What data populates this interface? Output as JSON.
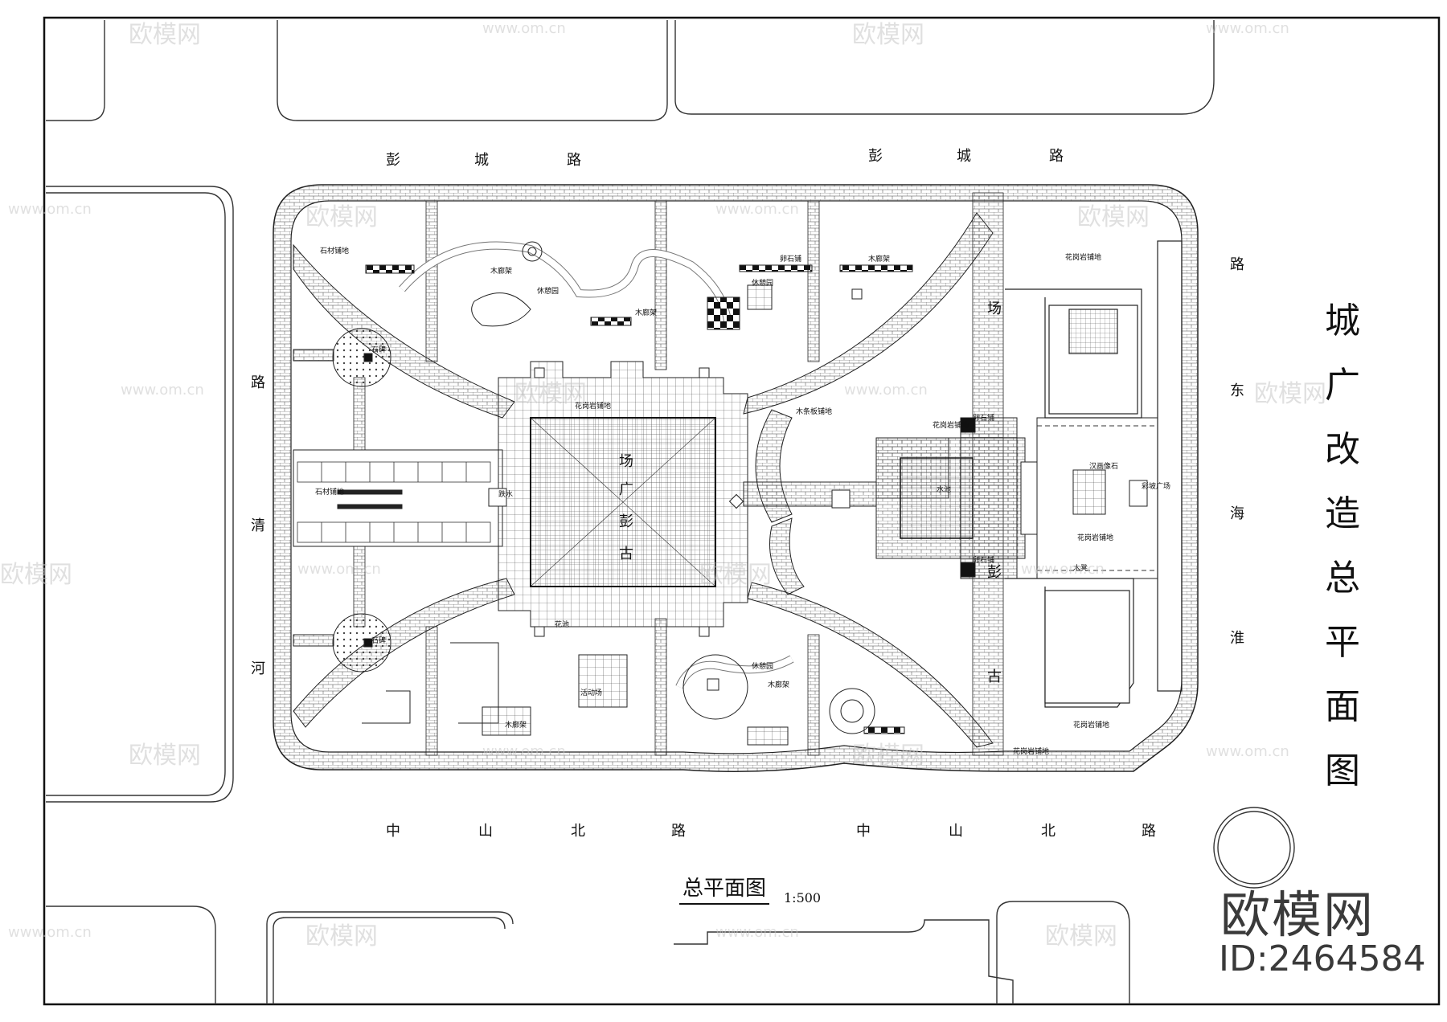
{
  "roads": {
    "north_left": [
      "彭",
      "城",
      "路"
    ],
    "north_right": [
      "彭",
      "城",
      "路"
    ],
    "south_left": [
      "中",
      "山",
      "北",
      "路"
    ],
    "south_right": [
      "中",
      "山",
      "北",
      "路"
    ],
    "west": [
      "路",
      "清",
      "河"
    ],
    "east": [
      "路",
      "东",
      "海",
      "淮"
    ]
  },
  "plaza_label": [
    "场",
    "广",
    "彭",
    "古"
  ],
  "east_label": [
    "场",
    "彭",
    "古"
  ],
  "title_vertical": [
    "城",
    "广",
    "改",
    "造",
    "总",
    "平",
    "面",
    "图"
  ],
  "subtitle": "总平面图",
  "scale": "1:500",
  "notes": {
    "n1": "石材铺地",
    "n2": "木廊架",
    "n3": "休憩园",
    "n4": "木廊架",
    "n5": "花岗岩铺地",
    "n6": "木条板铺地",
    "n7": "花岗岩铺地",
    "n8": "木廊架",
    "n9": "休憩园",
    "n10": "卵石铺",
    "n11": "花岗岩铺地",
    "n12": "花岗岩铺地",
    "n13": "彩坡广场",
    "n14": "石碑",
    "n15": "石碑",
    "n16": "石材铺地",
    "n17": "木凳",
    "n18": "汉画像石",
    "n19": "卵石铺",
    "n20": "卵石铺",
    "n21": "活动场",
    "n22": "花池",
    "n23": "木廊架",
    "n24": "跌水",
    "n25": "水池",
    "n26": "休憩园",
    "n27": "花岗岩铺地",
    "n28": "花岗岩铺地",
    "n29": "木廊架"
  },
  "brand": {
    "name": "欧模网",
    "id": "ID:2464584",
    "watermark": "欧模网",
    "watermark_url": "www.om.cn"
  }
}
